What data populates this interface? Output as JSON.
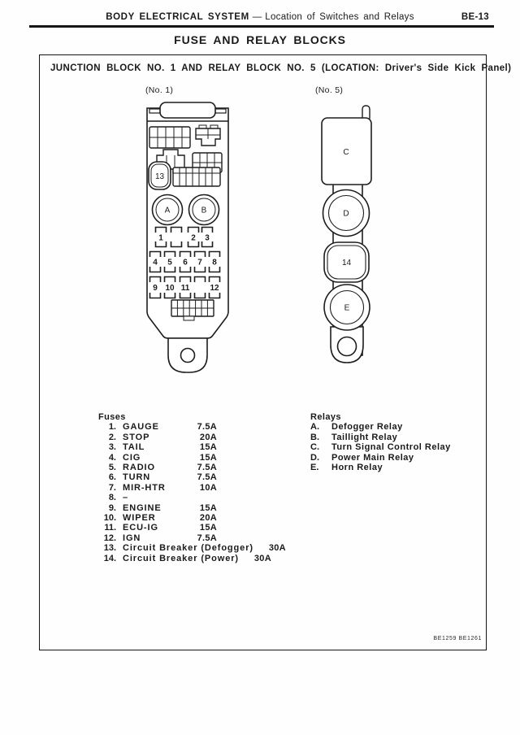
{
  "page": {
    "header": {
      "section_title": "BODY ELECTRICAL SYSTEM",
      "separator": "—",
      "subsection": "Location of Switches and Relays",
      "page_number": "BE-13"
    },
    "title": "FUSE AND RELAY BLOCKS",
    "figure_code": "BE1259 BE1261"
  },
  "panel": {
    "heading": "JUNCTION BLOCK NO. 1 AND RELAY BLOCK NO. 5 (LOCATION: Driver's Side Kick Panel)"
  },
  "diagrams": {
    "junction_block": {
      "label": "(No. 1)",
      "breaker_label": "13",
      "relay_a": "A",
      "relay_b": "B",
      "fuse_rows": [
        [
          "1",
          "",
          "2",
          "3"
        ],
        [
          "4",
          "5",
          "6",
          "7",
          "8"
        ],
        [
          "9",
          "10",
          "11",
          "",
          "12"
        ]
      ]
    },
    "relay_block": {
      "label": "(No. 5)",
      "relay_c": "C",
      "relay_d": "D",
      "breaker_label": "14",
      "relay_e": "E"
    }
  },
  "fuses": {
    "heading": "Fuses",
    "items": [
      {
        "num": "1.",
        "name": "GAUGE",
        "amp": "7.5A"
      },
      {
        "num": "2.",
        "name": "STOP",
        "amp": "20A"
      },
      {
        "num": "3.",
        "name": "TAIL",
        "amp": "15A"
      },
      {
        "num": "4.",
        "name": "CIG",
        "amp": "15A"
      },
      {
        "num": "5.",
        "name": "RADIO",
        "amp": "7.5A"
      },
      {
        "num": "6.",
        "name": "TURN",
        "amp": "7.5A"
      },
      {
        "num": "7.",
        "name": "MIR-HTR",
        "amp": "10A"
      },
      {
        "num": "8.",
        "name": "–",
        "amp": ""
      },
      {
        "num": "9.",
        "name": "ENGINE",
        "amp": "15A"
      },
      {
        "num": "10.",
        "name": "WIPER",
        "amp": "20A"
      },
      {
        "num": "11.",
        "name": "ECU-IG",
        "amp": "15A"
      },
      {
        "num": "12.",
        "name": "IGN",
        "amp": "7.5A"
      },
      {
        "num": "13.",
        "name": "Circuit Breaker (Defogger)",
        "amp": "30A"
      },
      {
        "num": "14.",
        "name": "Circuit Breaker (Power)",
        "amp": "30A"
      }
    ]
  },
  "relays": {
    "heading": "Relays",
    "items": [
      {
        "letter": "A.",
        "name": "Defogger Relay"
      },
      {
        "letter": "B.",
        "name": "Taillight Relay"
      },
      {
        "letter": "C.",
        "name": "Turn Signal Control Relay"
      },
      {
        "letter": "D.",
        "name": "Power Main Relay"
      },
      {
        "letter": "E.",
        "name": "Horn Relay"
      }
    ]
  },
  "colors": {
    "ink": "#1a1a1a",
    "paper": "#fefefe",
    "rule": "#151515"
  }
}
